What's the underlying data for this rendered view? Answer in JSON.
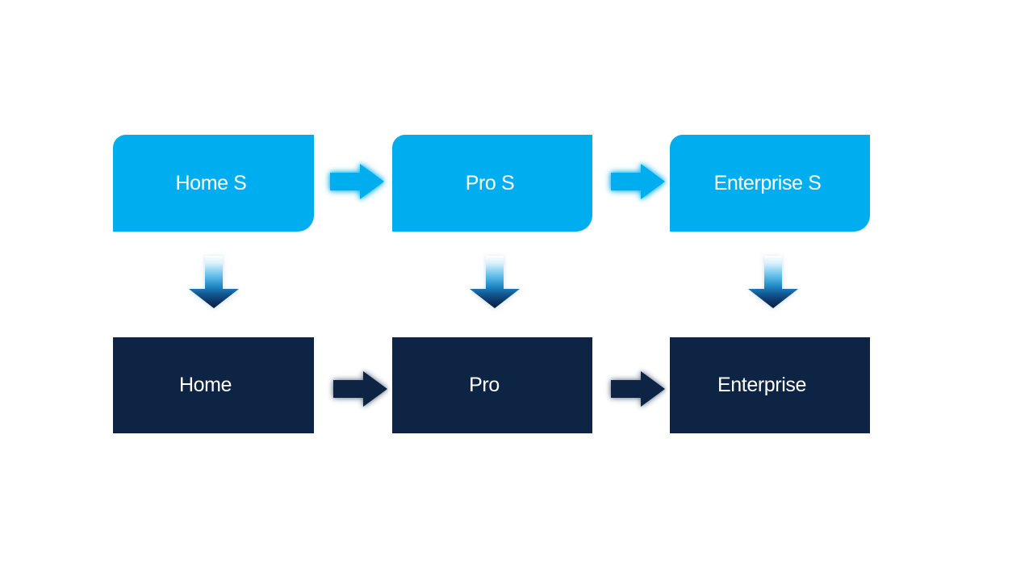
{
  "diagram": {
    "kind": "edition-upgrade-flow",
    "columns": [
      {
        "top_label": "Home S",
        "bottom_label": "Home"
      },
      {
        "top_label": "Pro S",
        "bottom_label": "Pro"
      },
      {
        "top_label": "Enterprise S",
        "bottom_label": "Enterprise"
      }
    ],
    "connectors": {
      "top_row_direction": "right",
      "bottom_row_direction": "right",
      "column_direction": "down"
    },
    "colors": {
      "top_box": "#00aeef",
      "bottom_box": "#0e2444",
      "label_text": "#ffffff",
      "canvas_background": "#ffffff",
      "down_arrow_gradient_top": "#ffffff",
      "down_arrow_gradient_bottom": "#0a1d3c"
    }
  }
}
